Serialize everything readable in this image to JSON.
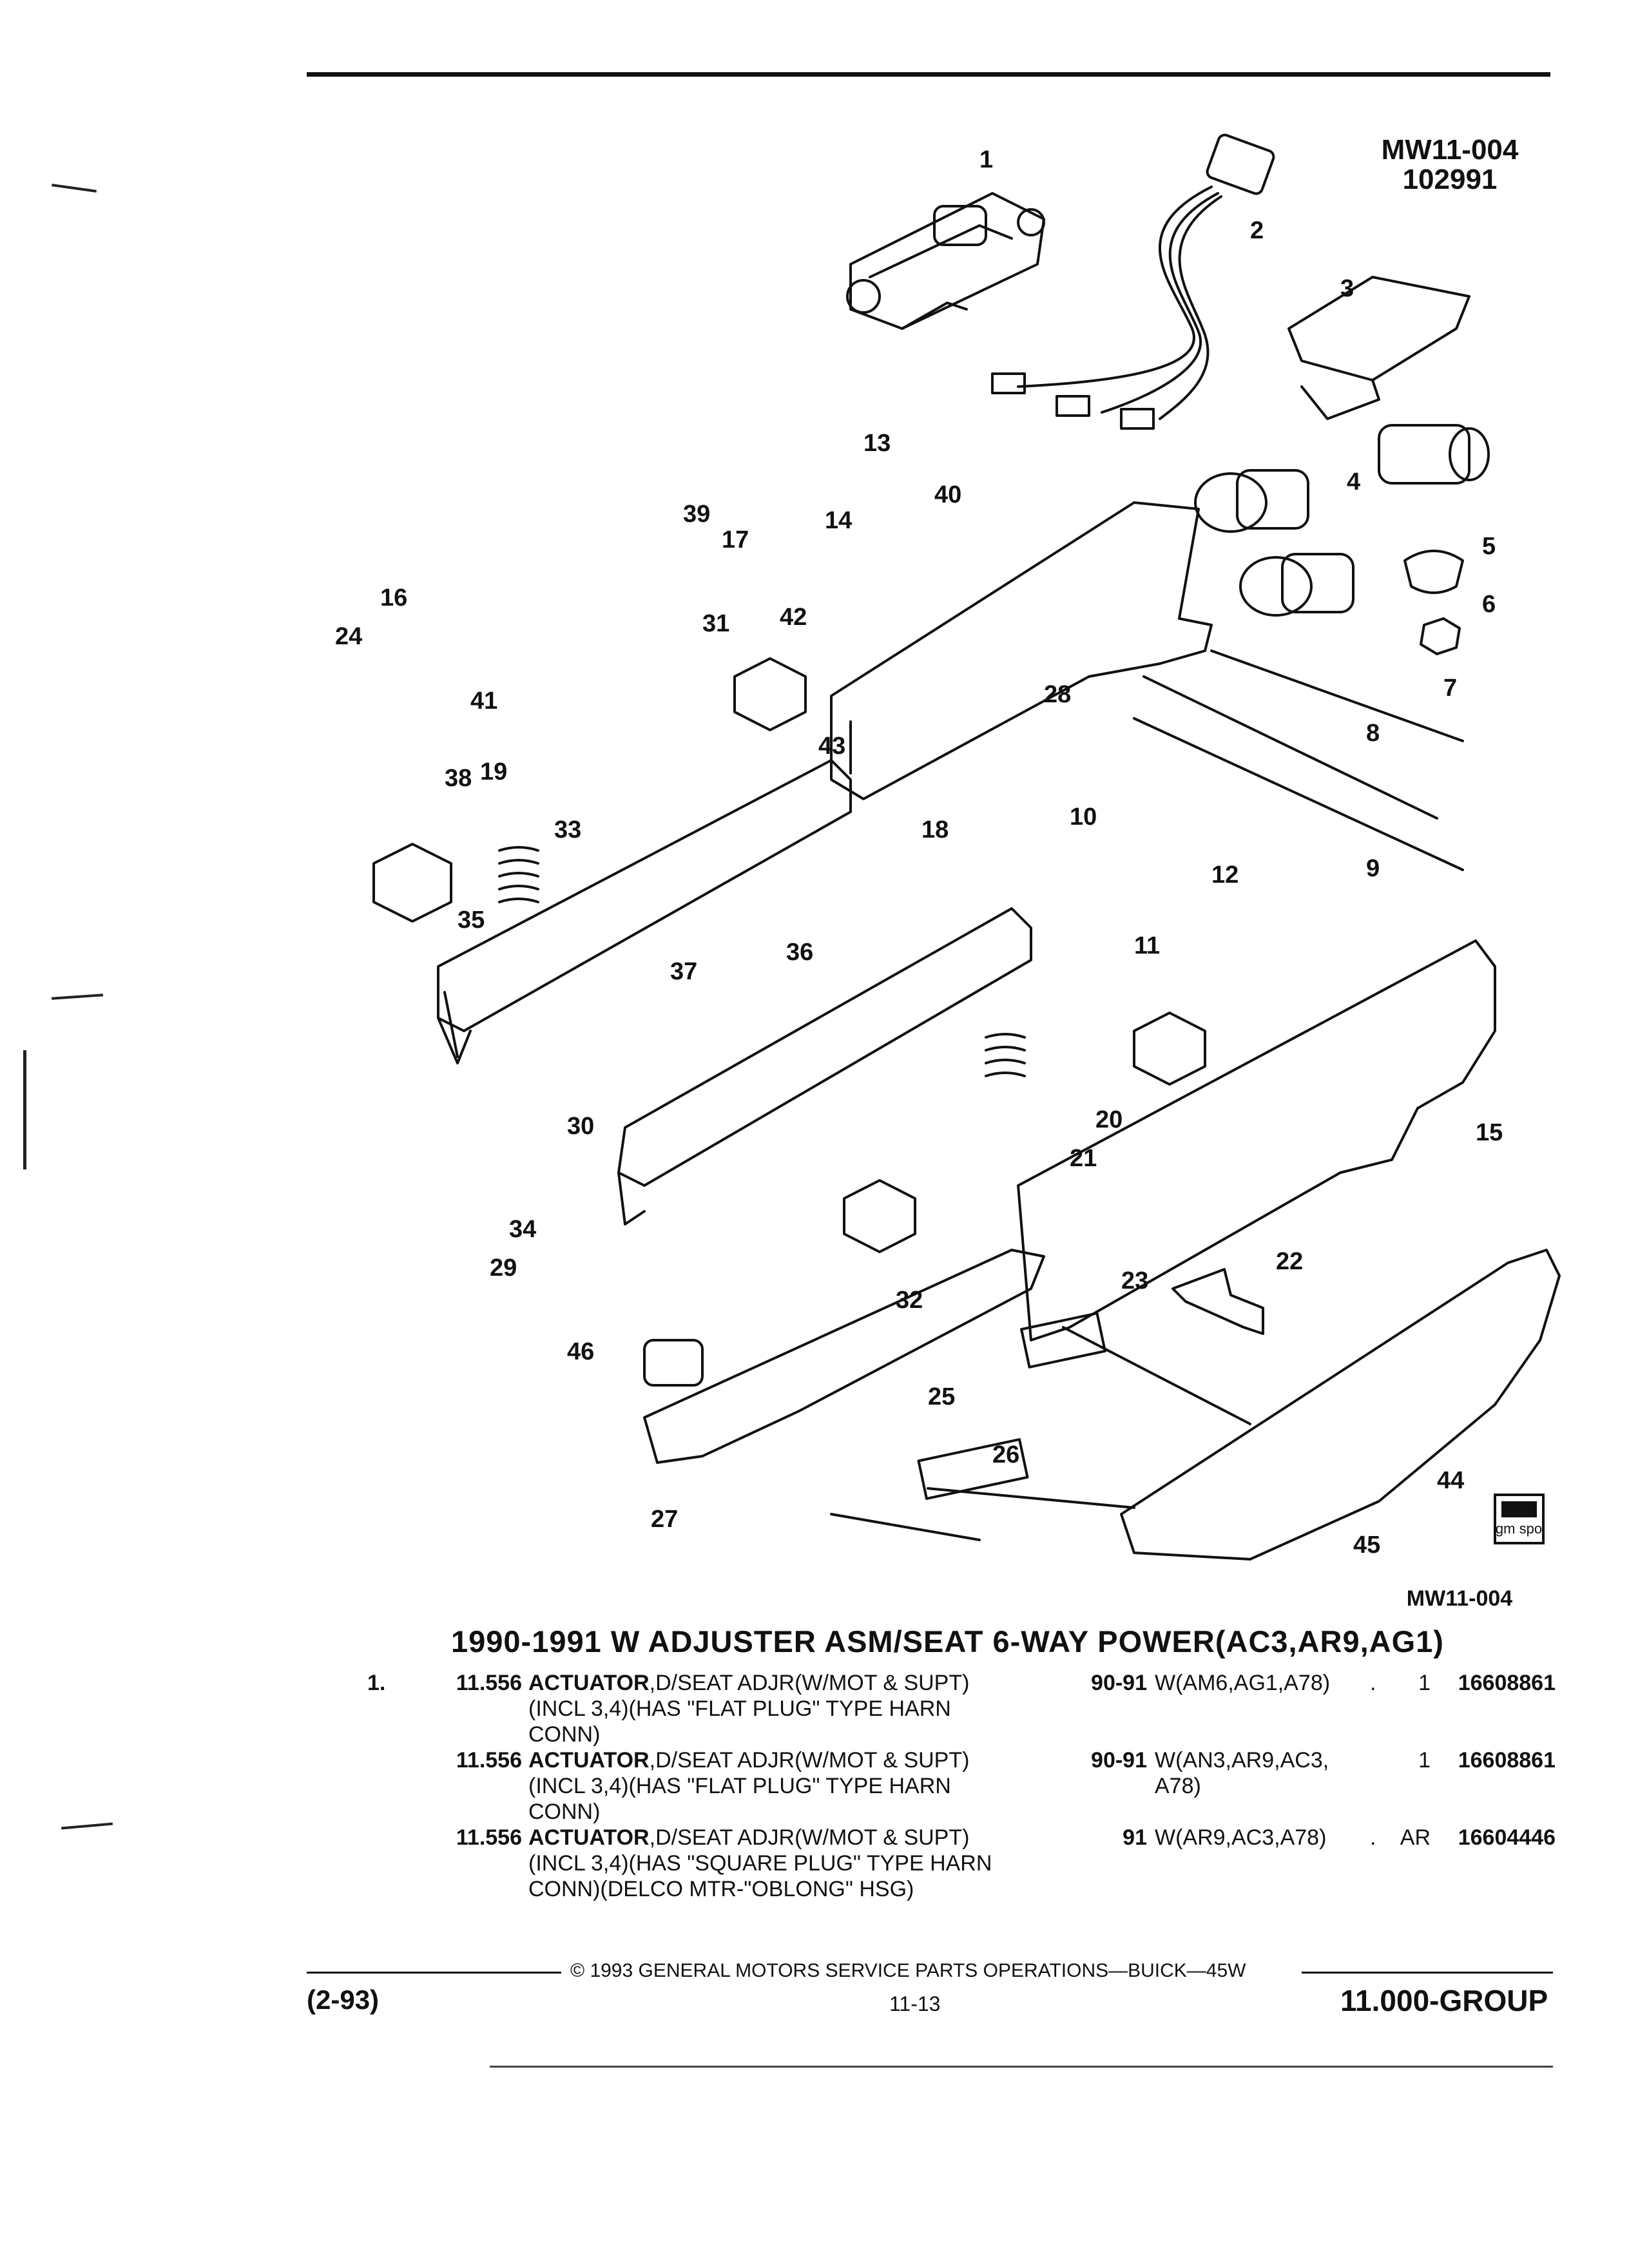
{
  "illustration": {
    "id_top": "MW11-004",
    "id_top_sub": "102991",
    "id_bottom": "MW11-004",
    "callouts": [
      "1",
      "2",
      "3",
      "4",
      "5",
      "6",
      "7",
      "8",
      "9",
      "10",
      "11",
      "12",
      "13",
      "14",
      "15",
      "16",
      "17",
      "18",
      "19",
      "20",
      "21",
      "22",
      "23",
      "24",
      "25",
      "26",
      "27",
      "28",
      "29",
      "30",
      "31",
      "32",
      "33",
      "34",
      "35",
      "36",
      "37",
      "38",
      "39",
      "40",
      "41",
      "42",
      "43",
      "44",
      "45",
      "46"
    ],
    "logo_text": "gm spo"
  },
  "section_title": "1990-1991 W ADJUSTER ASM/SEAT 6-WAY POWER(AC3,AR9,AG1)",
  "parts": [
    {
      "item": "1.",
      "group": "11.556",
      "name": "ACTUATOR",
      "desc1": ",D/SEAT ADJR(W/MOT & SUPT)",
      "desc2": "(INCL 3,4)(HAS \"FLAT PLUG\" TYPE HARN",
      "desc3": "CONN)",
      "years": "90-91",
      "models": "W(AM6,AG1,A78)",
      "models2": "",
      "dot": ".",
      "qty": "1",
      "part_no": "16608861"
    },
    {
      "item": "",
      "group": "11.556",
      "name": "ACTUATOR",
      "desc1": ",D/SEAT ADJR(W/MOT & SUPT)",
      "desc2": "(INCL 3,4)(HAS \"FLAT PLUG\" TYPE HARN",
      "desc3": "CONN)",
      "years": "90-91",
      "models": "W(AN3,AR9,AC3,",
      "models2": "A78)",
      "dot": "",
      "qty": "1",
      "part_no": "16608861"
    },
    {
      "item": "",
      "group": "11.556",
      "name": "ACTUATOR",
      "desc1": ",D/SEAT ADJR(W/MOT & SUPT)",
      "desc2": "(INCL 3,4)(HAS \"SQUARE PLUG\" TYPE HARN",
      "desc3": "CONN)(DELCO MTR-\"OBLONG\" HSG)",
      "years": "91",
      "models": "W(AR9,AC3,A78)",
      "models2": "",
      "dot": ".",
      "qty": "AR",
      "part_no": "16604446"
    }
  ],
  "footer": {
    "copyright": "©  1993  GENERAL MOTORS SERVICE PARTS OPERATIONS—BUICK—45W",
    "revision": "(2-93)",
    "page": "11-13",
    "group": "11.000-GROUP"
  }
}
